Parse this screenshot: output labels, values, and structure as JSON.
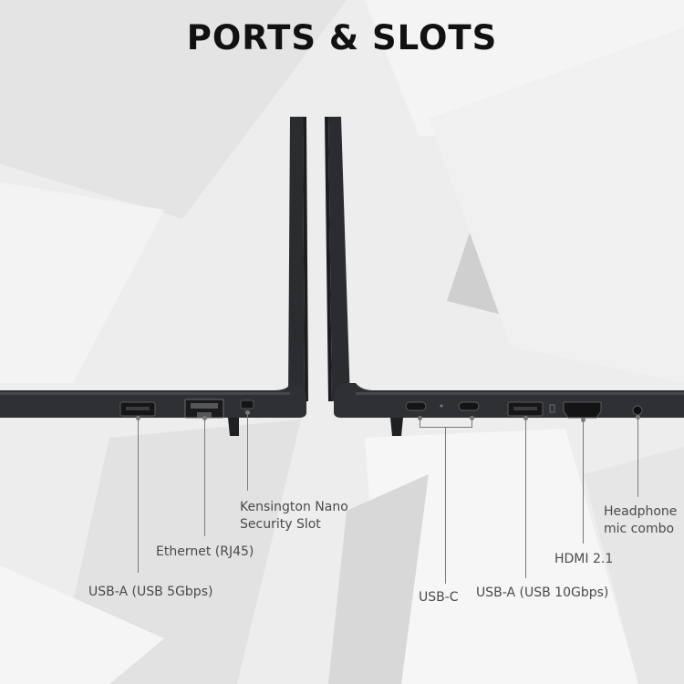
{
  "title": "PORTS & SLOTS",
  "left_side": {
    "usb_a": "USB-A (USB 5Gbps)",
    "ethernet": "Ethernet (RJ45)",
    "kensington_line1": "Kensington Nano",
    "kensington_line2": "Security Slot"
  },
  "right_side": {
    "usb_c": "USB-C",
    "usb_a": "USB-A (USB 10Gbps)",
    "hdmi": "HDMI 2.1",
    "headphone_line1": "Headphone",
    "headphone_line2": "mic combo"
  },
  "colors": {
    "background": "#ededed",
    "laptop_body": "#2b2c2f",
    "text": "#4a4a4a",
    "title": "#111111"
  }
}
